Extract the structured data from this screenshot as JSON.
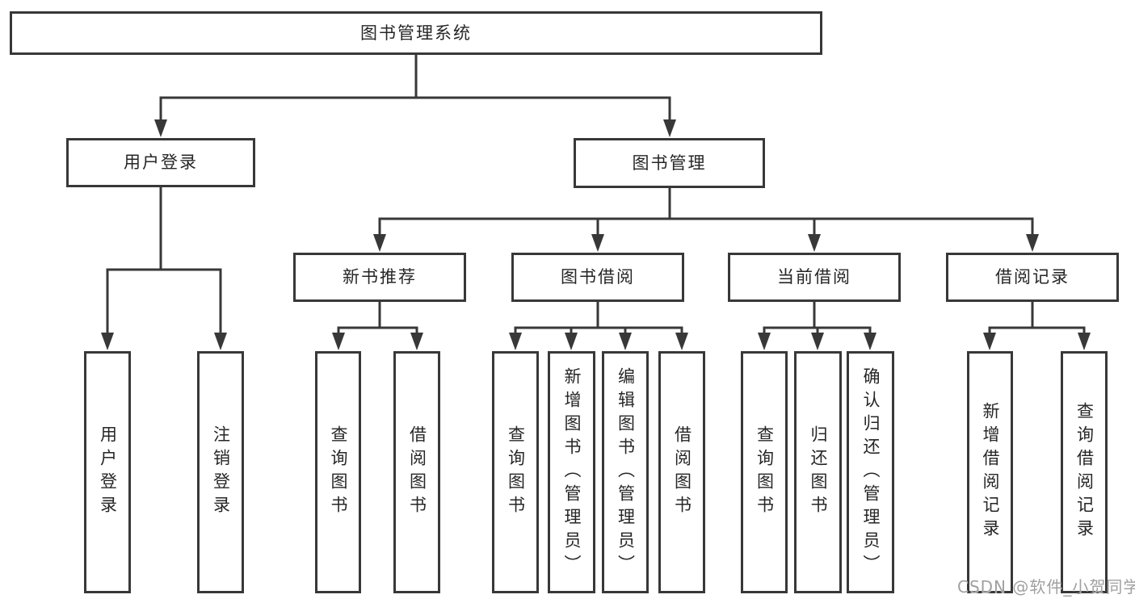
{
  "diagram": {
    "root": {
      "label": "图书管理系统"
    },
    "level1": [
      {
        "label": "用户登录"
      },
      {
        "label": "图书管理"
      }
    ],
    "level2": [
      {
        "label": "新书推荐"
      },
      {
        "label": "图书借阅"
      },
      {
        "label": "当前借阅"
      },
      {
        "label": "借阅记录"
      }
    ],
    "leaves": {
      "user_login": [
        {
          "label": "用户登录"
        },
        {
          "label": "注销登录"
        }
      ],
      "new_book_recommend": [
        {
          "label": "查询图书"
        },
        {
          "label": "借阅图书"
        }
      ],
      "book_borrow": [
        {
          "label": "查询图书"
        },
        {
          "label": "新增图书（管理员）"
        },
        {
          "label": "编辑图书（管理员）"
        },
        {
          "label": "借阅图书"
        }
      ],
      "current_borrow": [
        {
          "label": "查询图书"
        },
        {
          "label": "归还图书"
        },
        {
          "label": "确认归还（管理员）"
        }
      ],
      "borrow_records": [
        {
          "label": "新增借阅记录"
        },
        {
          "label": "查询借阅记录"
        }
      ]
    },
    "colors": {
      "line": "#383838",
      "box_background": "#ffffff",
      "text": "#262626",
      "watermark_text": "#a0a0a0"
    }
  },
  "watermark": "CSDN @软件_小贺同学"
}
